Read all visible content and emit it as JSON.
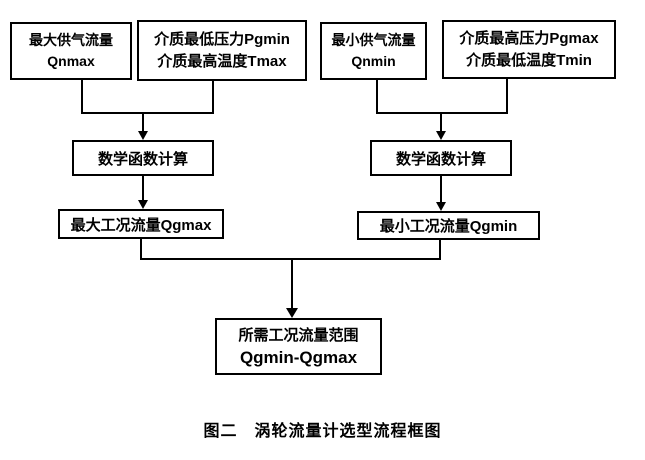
{
  "figure": {
    "caption": "图二　涡轮流量计选型流程框图"
  },
  "nodes": {
    "qnmax": {
      "line1": "最大供气流量",
      "line2": "Qnmax"
    },
    "pgmin_tmax": {
      "line1": "介质最低压力Pgmin",
      "line2": "介质最高温度Tmax"
    },
    "qnmin": {
      "line1": "最小供气流量",
      "line2": "Qnmin"
    },
    "pgmax_tmin": {
      "line1": "介质最高压力Pgmax",
      "line2": "介质最低温度Tmin"
    },
    "math_left": {
      "label": "数学函数计算"
    },
    "math_right": {
      "label": "数学函数计算"
    },
    "qgmax": {
      "label": "最大工况流量Qgmax"
    },
    "qgmin": {
      "label": "最小工况流量Qgmin"
    },
    "result": {
      "line1": "所需工况流量范围",
      "line2": "Qgmin-Qgmax"
    }
  },
  "colors": {
    "line": "#000000",
    "background": "#ffffff",
    "text": "#000000"
  }
}
